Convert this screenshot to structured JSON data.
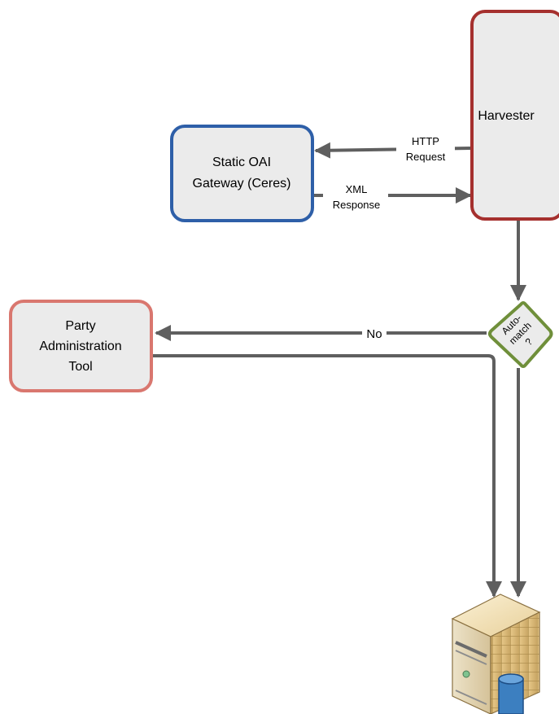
{
  "nodes": {
    "harvester": {
      "label": "Harvester"
    },
    "gateway": {
      "line1": "Static OAI",
      "line2": "Gateway (Ceres)"
    },
    "party_tool": {
      "line1": "Party",
      "line2": "Administration",
      "line3": "Tool"
    },
    "decision": {
      "line1": "Auto-",
      "line2": "match",
      "line3": "?"
    }
  },
  "edges": {
    "http_request": {
      "line1": "HTTP",
      "line2": "Request"
    },
    "xml_response": {
      "line1": "XML",
      "line2": "Response"
    },
    "no": {
      "label": "No"
    }
  },
  "icons": {
    "database_server": "database-server-icon"
  },
  "colors": {
    "harvester_border": "#a5302e",
    "gateway_border": "#2e5fa8",
    "party_border": "#d9776f",
    "decision_border": "#6f8f3a",
    "box_fill": "#ebebeb",
    "arrow": "#5f5f5f"
  }
}
